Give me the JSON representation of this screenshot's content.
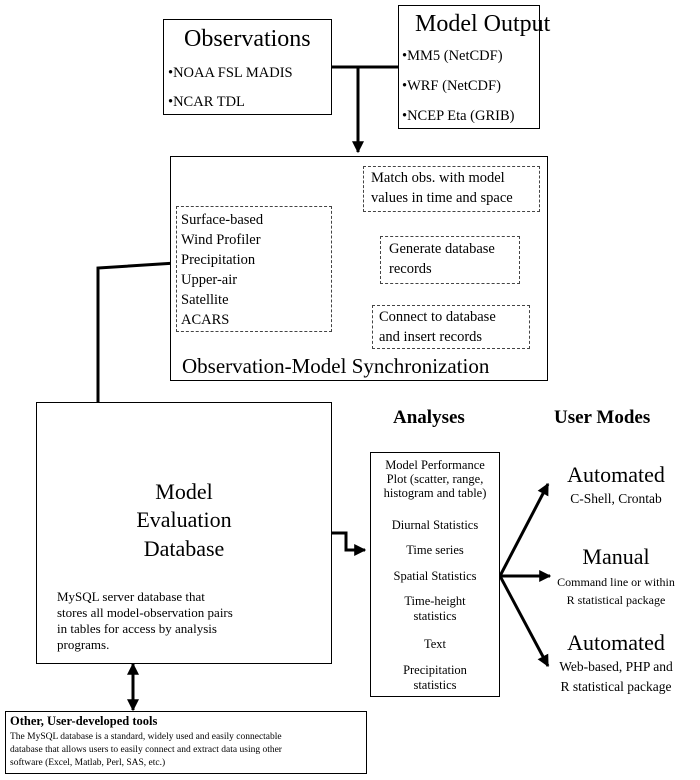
{
  "observations": {
    "title": "Observations",
    "items": [
      "•NOAA FSL MADIS",
      "•NCAR TDL"
    ]
  },
  "model_output": {
    "title": "Model Output",
    "items": [
      "•MM5 (NetCDF)",
      "•WRF (NetCDF)",
      "•NCEP Eta (GRIB)"
    ]
  },
  "sync": {
    "title": "Observation-Model Synchronization",
    "obs_types": [
      "Surface-based",
      "Wind Profiler",
      "Precipitation",
      "Upper-air",
      "Satellite",
      "ACARS"
    ],
    "steps": [
      [
        "Match obs. with model",
        "values in time and space"
      ],
      [
        "Generate database",
        "records"
      ],
      [
        "Connect to database",
        "and insert records"
      ]
    ]
  },
  "database": {
    "title_lines": [
      "Model",
      "Evaluation",
      "Database"
    ],
    "description": [
      "MySQL server database that",
      "stores all model-observation pairs",
      "in tables for access by analysis",
      "programs."
    ]
  },
  "analyses": {
    "heading": "Analyses",
    "items": [
      [
        "Model Performance",
        "Plot (scatter, range,",
        "histogram and table)"
      ],
      [
        "Diurnal Statistics"
      ],
      [
        "Time series"
      ],
      [
        "Spatial Statistics"
      ],
      [
        "Time-height",
        "statistics"
      ],
      [
        "Text"
      ],
      [
        "Precipitation",
        "statistics"
      ]
    ]
  },
  "user_modes": {
    "heading": "User Modes",
    "modes": [
      {
        "title": "Automated",
        "desc": [
          "C-Shell, Crontab"
        ]
      },
      {
        "title": "Manual",
        "desc": [
          "Command line or within",
          "R statistical package"
        ]
      },
      {
        "title": "Automated",
        "desc": [
          "Web-based, PHP and",
          "R statistical package"
        ]
      }
    ]
  },
  "tools": {
    "title": "Other, User-developed tools",
    "desc": [
      "The MySQL database is a standard, widely used and easily connectable",
      "database that allows users to easily connect and extract data using other",
      "software (Excel, Matlab, Perl, SAS, etc.)"
    ]
  }
}
